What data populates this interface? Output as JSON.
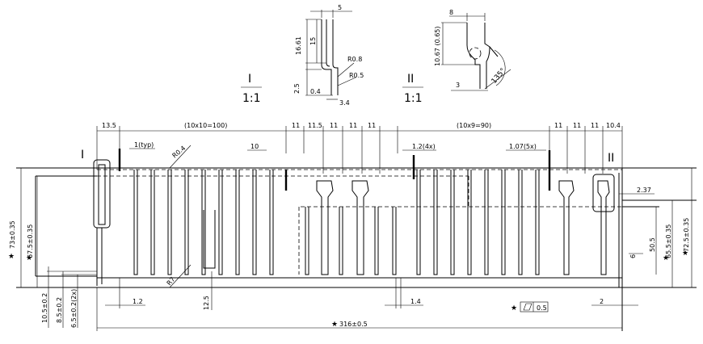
{
  "detail_I": {
    "roman": "I",
    "scale": "1:1",
    "dims": {
      "top": "5",
      "h1": "16.61",
      "h2": "15",
      "r1": "R0.8",
      "r2": "R0.5",
      "h3": "2.5",
      "w1": "0.4",
      "w2": "3.4"
    }
  },
  "detail_II": {
    "roman": "II",
    "scale": "1:1",
    "dims": {
      "top": "8",
      "h1": "10.67 (0.65)",
      "w": "3",
      "angle": "135°"
    }
  },
  "top_dims": {
    "d1": "13.5",
    "d2": "(10x10=100)",
    "d3": "11",
    "d4": "11.5",
    "d5": "11",
    "d6": "11",
    "d7": "11",
    "d8": "(10x9=90)",
    "d9": "11",
    "d10": "11",
    "d11": "11",
    "d12": "10.4"
  },
  "labels": {
    "typ": "1(typ)",
    "r04": "R0.4",
    "ten": "10",
    "n12x4": "1.2(4x)",
    "n107x5": "1.07(5x)",
    "roman_I": "I",
    "roman_II": "II",
    "r7": "R7",
    "n237": "2.37",
    "n6": "6",
    "n505": "50.5"
  },
  "side_dims": {
    "left1": "73±0.35",
    "left2": "67.5±0.35",
    "right1": "65.5±0.35",
    "right2": "72.5±0.35"
  },
  "bottom_dims": {
    "d1": "10.5±0.2",
    "d2": "8.5±0.2",
    "d3": "6.5±0.2(2x)",
    "b12": "1.2",
    "b125": "12.5",
    "b14": "1.4",
    "b2": "2",
    "total": "316±0.5",
    "flat_tol": "0.5"
  },
  "stars": "★"
}
